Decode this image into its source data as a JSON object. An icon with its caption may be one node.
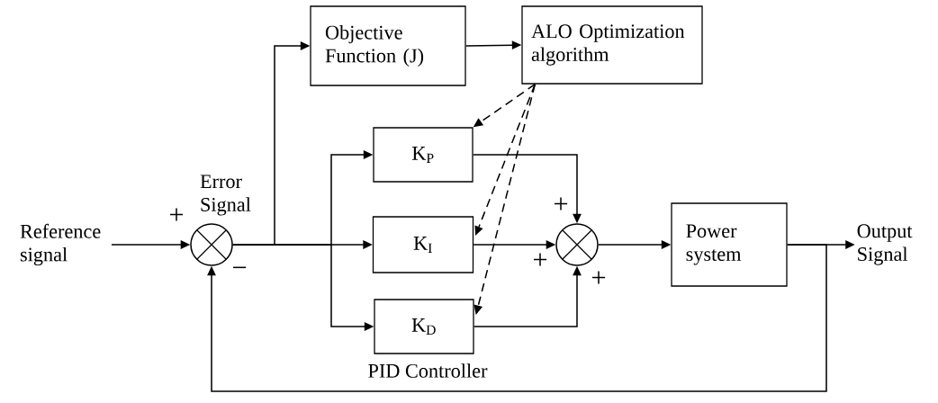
{
  "diagram": {
    "nodes": [
      {
        "text": [
          "Reference signal"
        ]
      },
      {
        "text": [],
        "shape": "circle"
      },
      {
        "text": [
          "Objective Function (J)"
        ]
      },
      {
        "text": [
          "ALO Optimization algorithm"
        ]
      },
      {
        "text": [
          "K$_{P}$"
        ]
      },
      {
        "text": [
          "K$_{I}$"
        ]
      },
      {
        "text": [
          "K$_{D}$"
        ]
      },
      {
        "text": [],
        "shape": "circle"
      },
      {
        "text": [
          "Power system"
        ]
      },
      {
        "text": [
          "Output Signal"
        ]
      }
    ],
    "edges": [
      {
        "from": 0,
        "to": 1,
        "arrow": "to"
      },
      {
        "from": 1,
        "to": 2,
        "arrow": "to"
      },
      {
        "from": 2,
        "to": 3,
        "arrow": "to"
      },
      {
        "from": 1,
        "to": 4,
        "arrow": "to"
      },
      {
        "from": 1,
        "to": 5,
        "arrow": "to"
      },
      {
        "from": 1,
        "to": 6,
        "arrow": "to"
      },
      {
        "from": 3,
        "to": 4,
        "arrow": "to",
        "style": "dashed"
      },
      {
        "from": 3,
        "to": 5,
        "arrow": "to",
        "style": "dashed"
      },
      {
        "from": 3,
        "to": 6,
        "arrow": "to",
        "style": "dashed"
      },
      {
        "from": 4,
        "to": 7,
        "arrow": "to"
      },
      {
        "from": 5,
        "to": 7,
        "arrow": "to"
      },
      {
        "from": 6,
        "to": 7,
        "arrow": "to"
      },
      {
        "from": 7,
        "to": 8,
        "arrow": "to"
      },
      {
        "from": 8,
        "to": 9,
        "arrow": "to"
      },
      {
        "from": 8,
        "to": 1,
        "arrow": "to"
      }
    ],
    "labels": [
      "Error Signal",
      "+",
      "−",
      "+",
      "+",
      "+",
      "PID Controller"
    ]
  }
}
